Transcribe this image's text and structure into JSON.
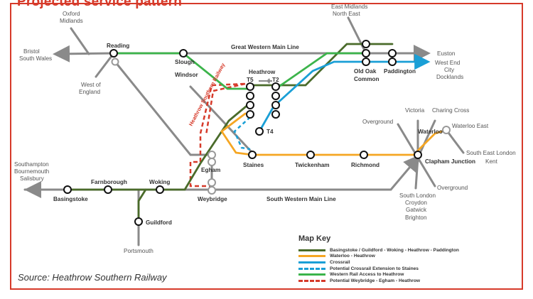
{
  "title": "Projected service pattern",
  "source": "Source: Heathrow Southern Railway",
  "colors": {
    "frame": "#d63a2a",
    "grey": "#8a8a8a",
    "olive": "#4a6b2a",
    "orange": "#f5a623",
    "blue": "#1a9fd6",
    "green": "#3cb44b",
    "red": "#d63a2a"
  },
  "lines": {
    "gwml": "Great Western Main Line",
    "swml": "South Western Main Line",
    "hsr": "Heathrow Southern Railway"
  },
  "places": {
    "oxford": "Oxford",
    "midlands": "Midlands",
    "bristol": "Bristol",
    "south_wales": "South Wales",
    "west_of": "West of",
    "england": "England",
    "east_midlands": "East Midlands",
    "north_east": "North East",
    "euston": "Euston",
    "west_end": "West End",
    "city": "City",
    "docklands": "Docklands",
    "southampton": "Southampton",
    "bournemouth": "Bournemouth",
    "salisbury": "Salisbury",
    "portsmouth": "Portsmouth",
    "overground_n": "Overground",
    "overground_s": "Overground",
    "victoria": "Victoria",
    "charing_cross": "Charing Cross",
    "waterloo_east": "Waterloo East",
    "se_london": "South East London",
    "kent": "Kent",
    "south_london": "South London",
    "croydon": "Croydon",
    "gatwick": "Gatwick",
    "brighton": "Brighton"
  },
  "stations": {
    "reading": "Reading",
    "slough": "Slough",
    "windsor": "Windsor",
    "heathrow": "Heathrow",
    "t5": "T5",
    "t2": "T2",
    "t4": "T4",
    "old_oak_1": "Old Oak",
    "old_oak_2": "Common",
    "paddington": "Paddington",
    "egham": "Egham",
    "staines": "Staines",
    "twickenham": "Twickenham",
    "richmond": "Richmond",
    "waterloo": "Waterloo",
    "clapham": "Clapham Junction",
    "basingstoke": "Basingstoke",
    "farnborough": "Farnborough",
    "woking": "Woking",
    "guildford": "Guildford",
    "weybridge": "Weybridge"
  },
  "key": {
    "title": "Map Key",
    "items": [
      {
        "label": "Basingstoke / Guildford - Woking - Heathrow - Paddington",
        "color": "#4a6b2a",
        "style": "solid"
      },
      {
        "label": "Waterloo - Heathrow",
        "color": "#f5a623",
        "style": "solid"
      },
      {
        "label": "Crossrail",
        "color": "#1a9fd6",
        "style": "solid"
      },
      {
        "label": "Potential Crossrail Extension to Staines",
        "color": "#1a9fd6",
        "style": "dashed"
      },
      {
        "label": "Western Rail Access to Heathrow",
        "color": "#3cb44b",
        "style": "solid"
      },
      {
        "label": "Potential Weybridge - Egham - Heathrow",
        "color": "#d63a2a",
        "style": "dashed"
      }
    ]
  }
}
